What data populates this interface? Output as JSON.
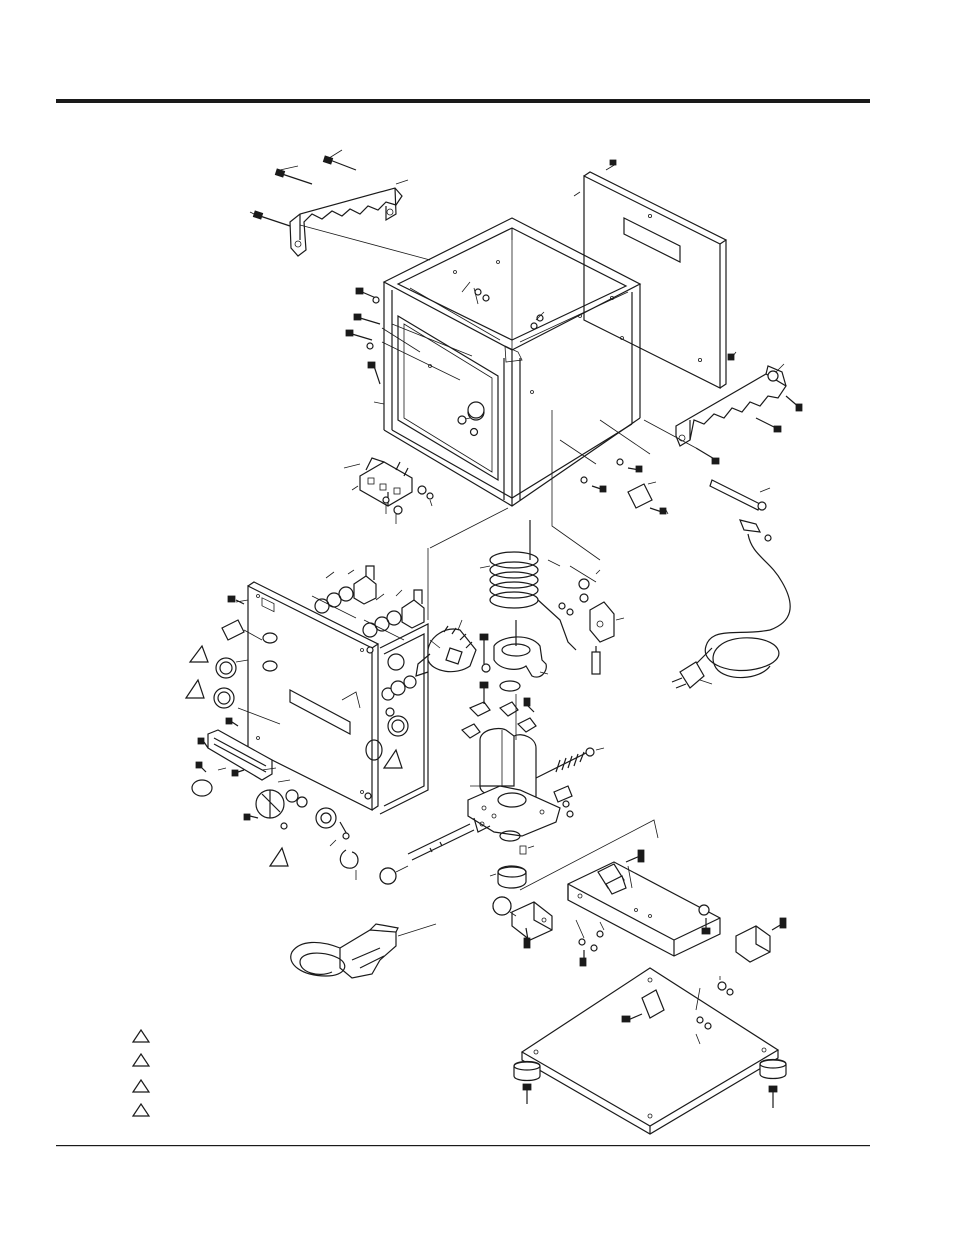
{
  "diagram": {
    "line_color": "#1a1a1a",
    "background": "#ffffff",
    "legend_marks": [
      "triangle-mark",
      "triangle-mark",
      "triangle-mark",
      "triangle-mark"
    ]
  }
}
